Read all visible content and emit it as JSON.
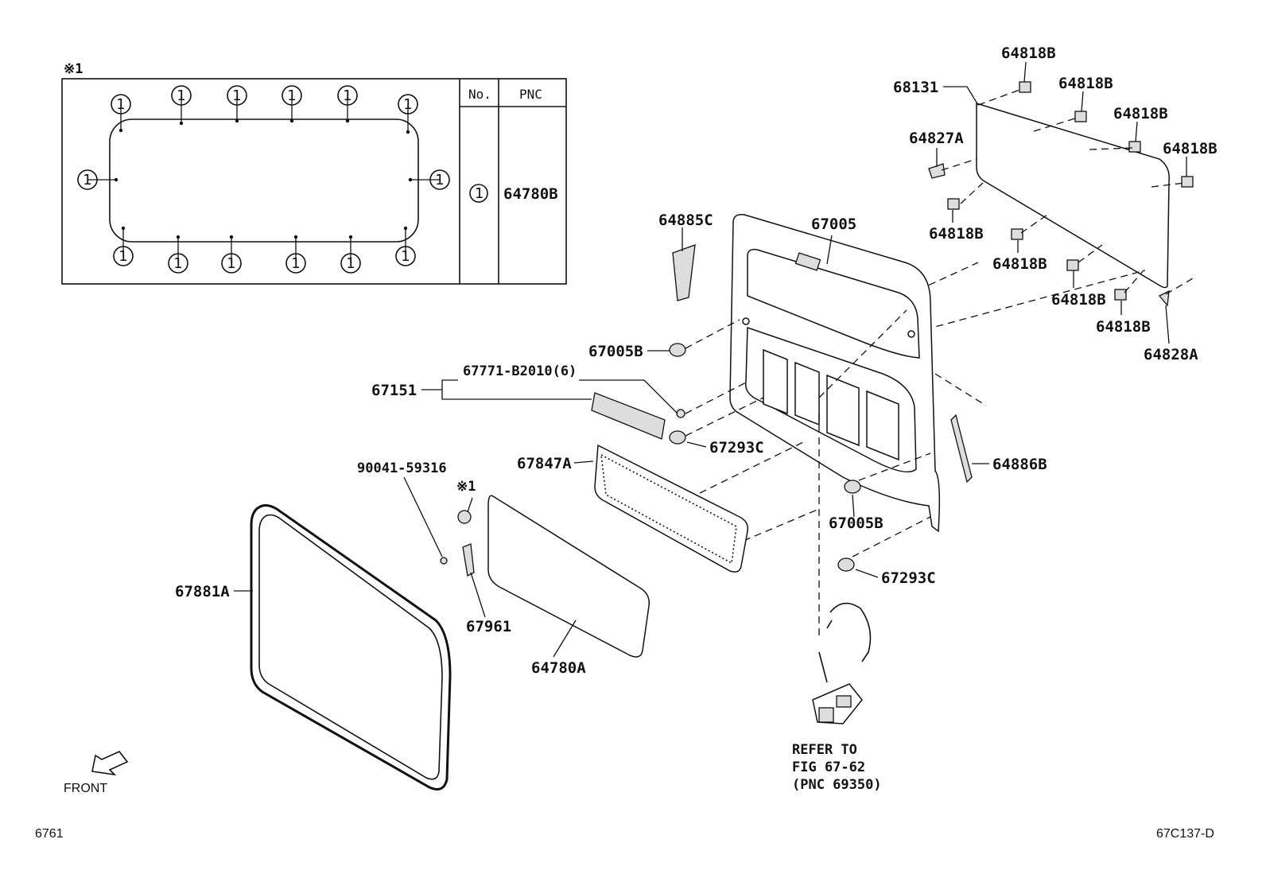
{
  "labels": {
    "ref_mark_top": "※1",
    "table_col_no": "No.",
    "table_col_pnc": "PNC",
    "table_no_value": "①",
    "table_pnc_value": "64780B",
    "clip_symbol": "①",
    "p68131": "68131",
    "p64818B": "64818B",
    "p64827A": "64827A",
    "p64828A": "64828A",
    "p64885C": "64885C",
    "p67005": "67005",
    "p67005B": "67005B",
    "p67151": "67151",
    "p67771": "67771-B2010(6)",
    "p67293C": "67293C",
    "p64886B": "64886B",
    "p67847A": "67847A",
    "p90041": "90041-59316",
    "ref_mark_mid": "※1",
    "p67881A": "67881A",
    "p67961": "67961",
    "p64780A": "64780A",
    "refer_line1": "REFER TO",
    "refer_line2": "FIG 67-62",
    "refer_line3": "(PNC 69350)",
    "front": "FRONT",
    "page_code": "6761",
    "figure_code": "67C137-D"
  }
}
